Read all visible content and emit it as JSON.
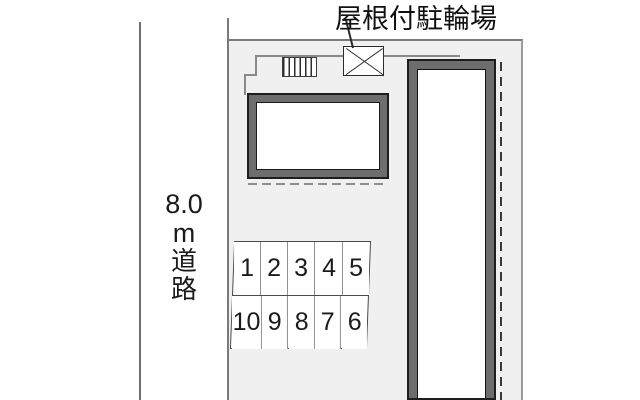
{
  "plan": {
    "title_label": "屋根付駐輪場",
    "road": {
      "number": "8.0",
      "unit": "m",
      "cjk_line1": "道",
      "cjk_line2": "路"
    },
    "features": {
      "covered_bicycle_parking": "屋根付駐輪場",
      "stairs": "stairs-hatch",
      "building_block": "building-footprint",
      "driveway": "driveway-corridor",
      "site_boundary": "site-boundary",
      "property_dashed_line": "dashed-boundary"
    },
    "parking_stalls": {
      "rows": [
        {
          "cells": [
            "1",
            "2",
            "3",
            "4",
            "5"
          ]
        },
        {
          "cells": [
            "10",
            "9",
            "8",
            "7",
            "6"
          ]
        }
      ]
    },
    "colors": {
      "site_fill": "#f0f0f0",
      "wall_fill": "#6d6d6d",
      "outline": "#1e1e1e",
      "text": "#111111",
      "road_line": "#6e6e6e"
    }
  }
}
